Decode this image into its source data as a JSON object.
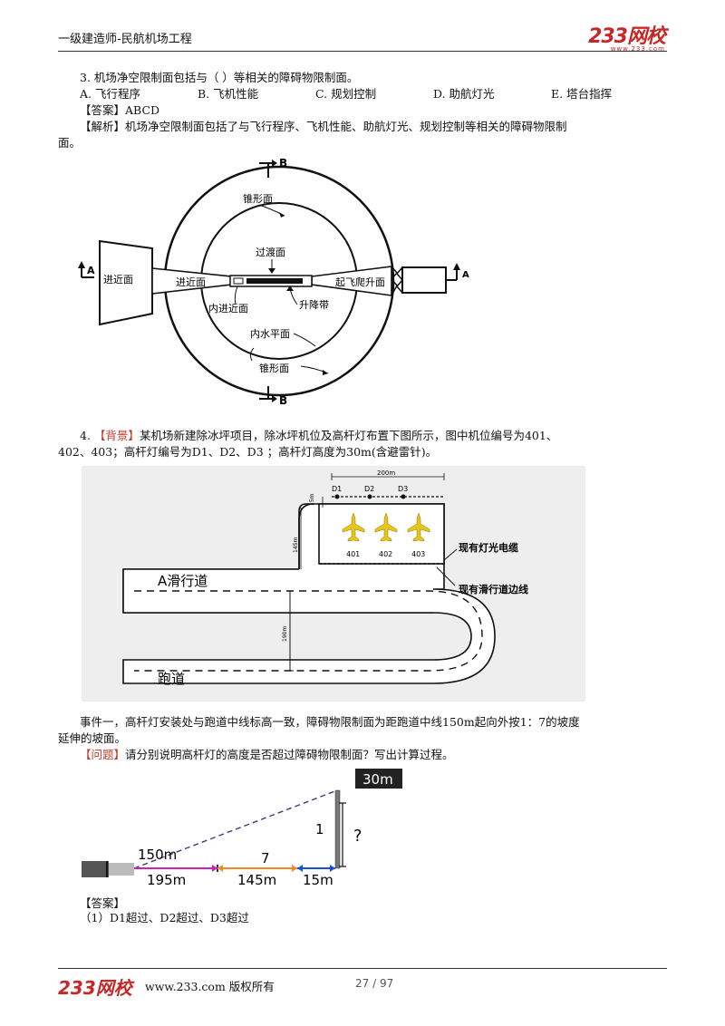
{
  "header": {
    "title": "一级建造师-民航机场工程",
    "logo_text": "233网校",
    "logo_url": "www.233.com"
  },
  "q3": {
    "stem": "3. 机场净空限制面包括与（    ）等相关的障碍物限制面。",
    "options": [
      "A. 飞行程序",
      "B. 飞机性能",
      "C. 规划控制",
      "D. 助航灯光",
      "E. 塔台指挥"
    ],
    "answer": "【答案】ABCD",
    "analysis_line1": "【解析】机场净空限制面包括了与飞行程序、飞机性能、助航灯光、规划控制等相关的障碍物限制",
    "analysis_line2": "面。"
  },
  "fig1": {
    "labels": {
      "b_top": "B",
      "b_bottom": "B",
      "a_left": "A",
      "a_right": "A",
      "cone_top": "锥形面",
      "cone_bottom": "锥形面",
      "transition": "过渡面",
      "approach": "进近面",
      "approach_outer": "进近面",
      "takeoff": "起飞爬升面",
      "inner_approach": "内进近面",
      "strip": "升降带",
      "inner_horizontal": "内水平面"
    }
  },
  "q4": {
    "line1_num": "4.",
    "line1_tag": "【背景】",
    "line1_text": "某机场新建除冰坪项目，除冰坪机位及高杆灯布置下图所示，图中机位编号为401、",
    "line2": "402、403；高杆灯编号为D1、D2、D3 ；高杆灯高度为30m(含避雷针)。"
  },
  "fig2": {
    "dim_200": "200m",
    "dim_15": "15m",
    "dim_145": "145m",
    "dim_190": "190m",
    "lights": [
      "D1",
      "D2",
      "D3"
    ],
    "stands": [
      "401",
      "402",
      "403"
    ],
    "taxiway": "A滑行道",
    "runway": "跑道",
    "cable_label": "现有灯光电缆",
    "edge_label": "现有滑行道边线"
  },
  "event": {
    "line1": "事件一，高杆灯安装处与跑道中线标高一致，障碍物限制面为距跑道中线150m起向外按1：7的坡度",
    "line2": "延伸的坡面。",
    "question_tag": "【问题】",
    "question_text": "请分别说明高杆灯的高度是否超过障碍物限制面？写出计算过程。"
  },
  "fig3": {
    "height_box": "30m",
    "d150": "150m",
    "d195": "195m",
    "d145": "145m",
    "d15": "15m",
    "ratio_h": "7",
    "ratio_v": "1",
    "question": "?"
  },
  "answer": {
    "label": "【答案】",
    "line1": "（1）D1超过、D2超过、D3超过"
  },
  "footer": {
    "logo_text": "233网校",
    "url_text": "www.233.com 版权所有",
    "page": "27 / 97"
  }
}
